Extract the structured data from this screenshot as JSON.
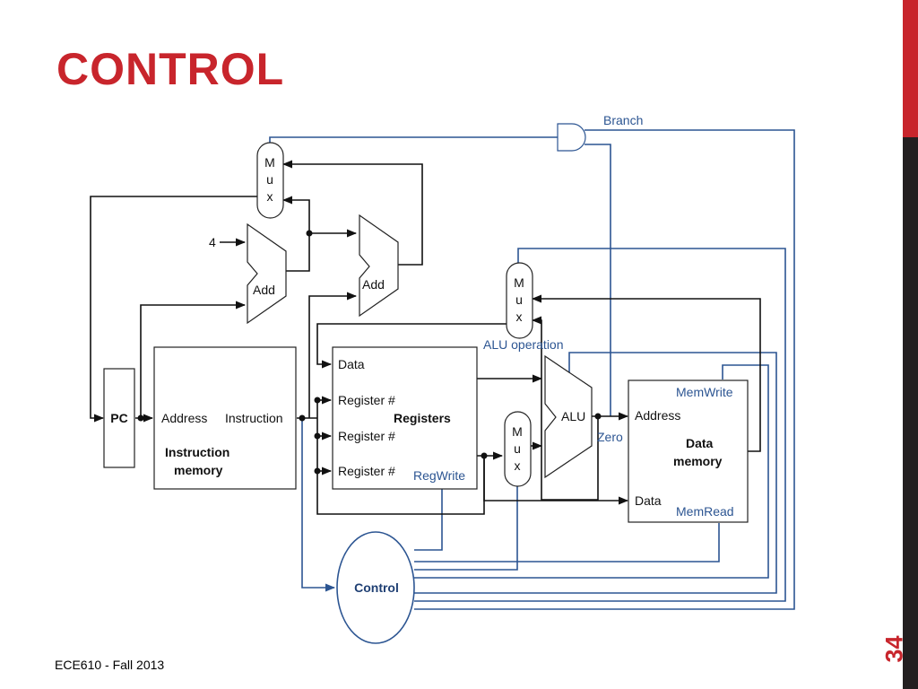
{
  "slide": {
    "title": "CONTROL",
    "footer": "ECE610 - Fall 2013",
    "page_number": "34"
  },
  "colors": {
    "accent": "#c8252c",
    "dark_bar": "#231f20",
    "control_lines": "#2c5592",
    "data_lines": "#111111"
  },
  "diagram": {
    "pc": "PC",
    "instruction_memory": {
      "address": "Address",
      "instruction": "Instruction",
      "name_line1": "Instruction",
      "name_line2": "memory"
    },
    "constant_four": "4",
    "adder_pc": "Add",
    "adder_branch": "Add",
    "mux_pc": {
      "l1": "M",
      "l2": "u",
      "l3": "x"
    },
    "mux_writeback": {
      "l1": "M",
      "l2": "u",
      "l3": "x"
    },
    "mux_alu": {
      "l1": "M",
      "l2": "u",
      "l3": "x"
    },
    "registers": {
      "data": "Data",
      "reg1": "Register #",
      "reg2": "Register #",
      "reg3": "Register #",
      "name": "Registers",
      "regwrite": "RegWrite"
    },
    "alu": "ALU",
    "alu_operation": "ALU operation",
    "zero": "Zero",
    "branch": "Branch",
    "data_memory": {
      "memwrite": "MemWrite",
      "address": "Address",
      "name_line1": "Data",
      "name_line2": "memory",
      "data": "Data",
      "memread": "MemRead"
    },
    "control": "Control"
  }
}
